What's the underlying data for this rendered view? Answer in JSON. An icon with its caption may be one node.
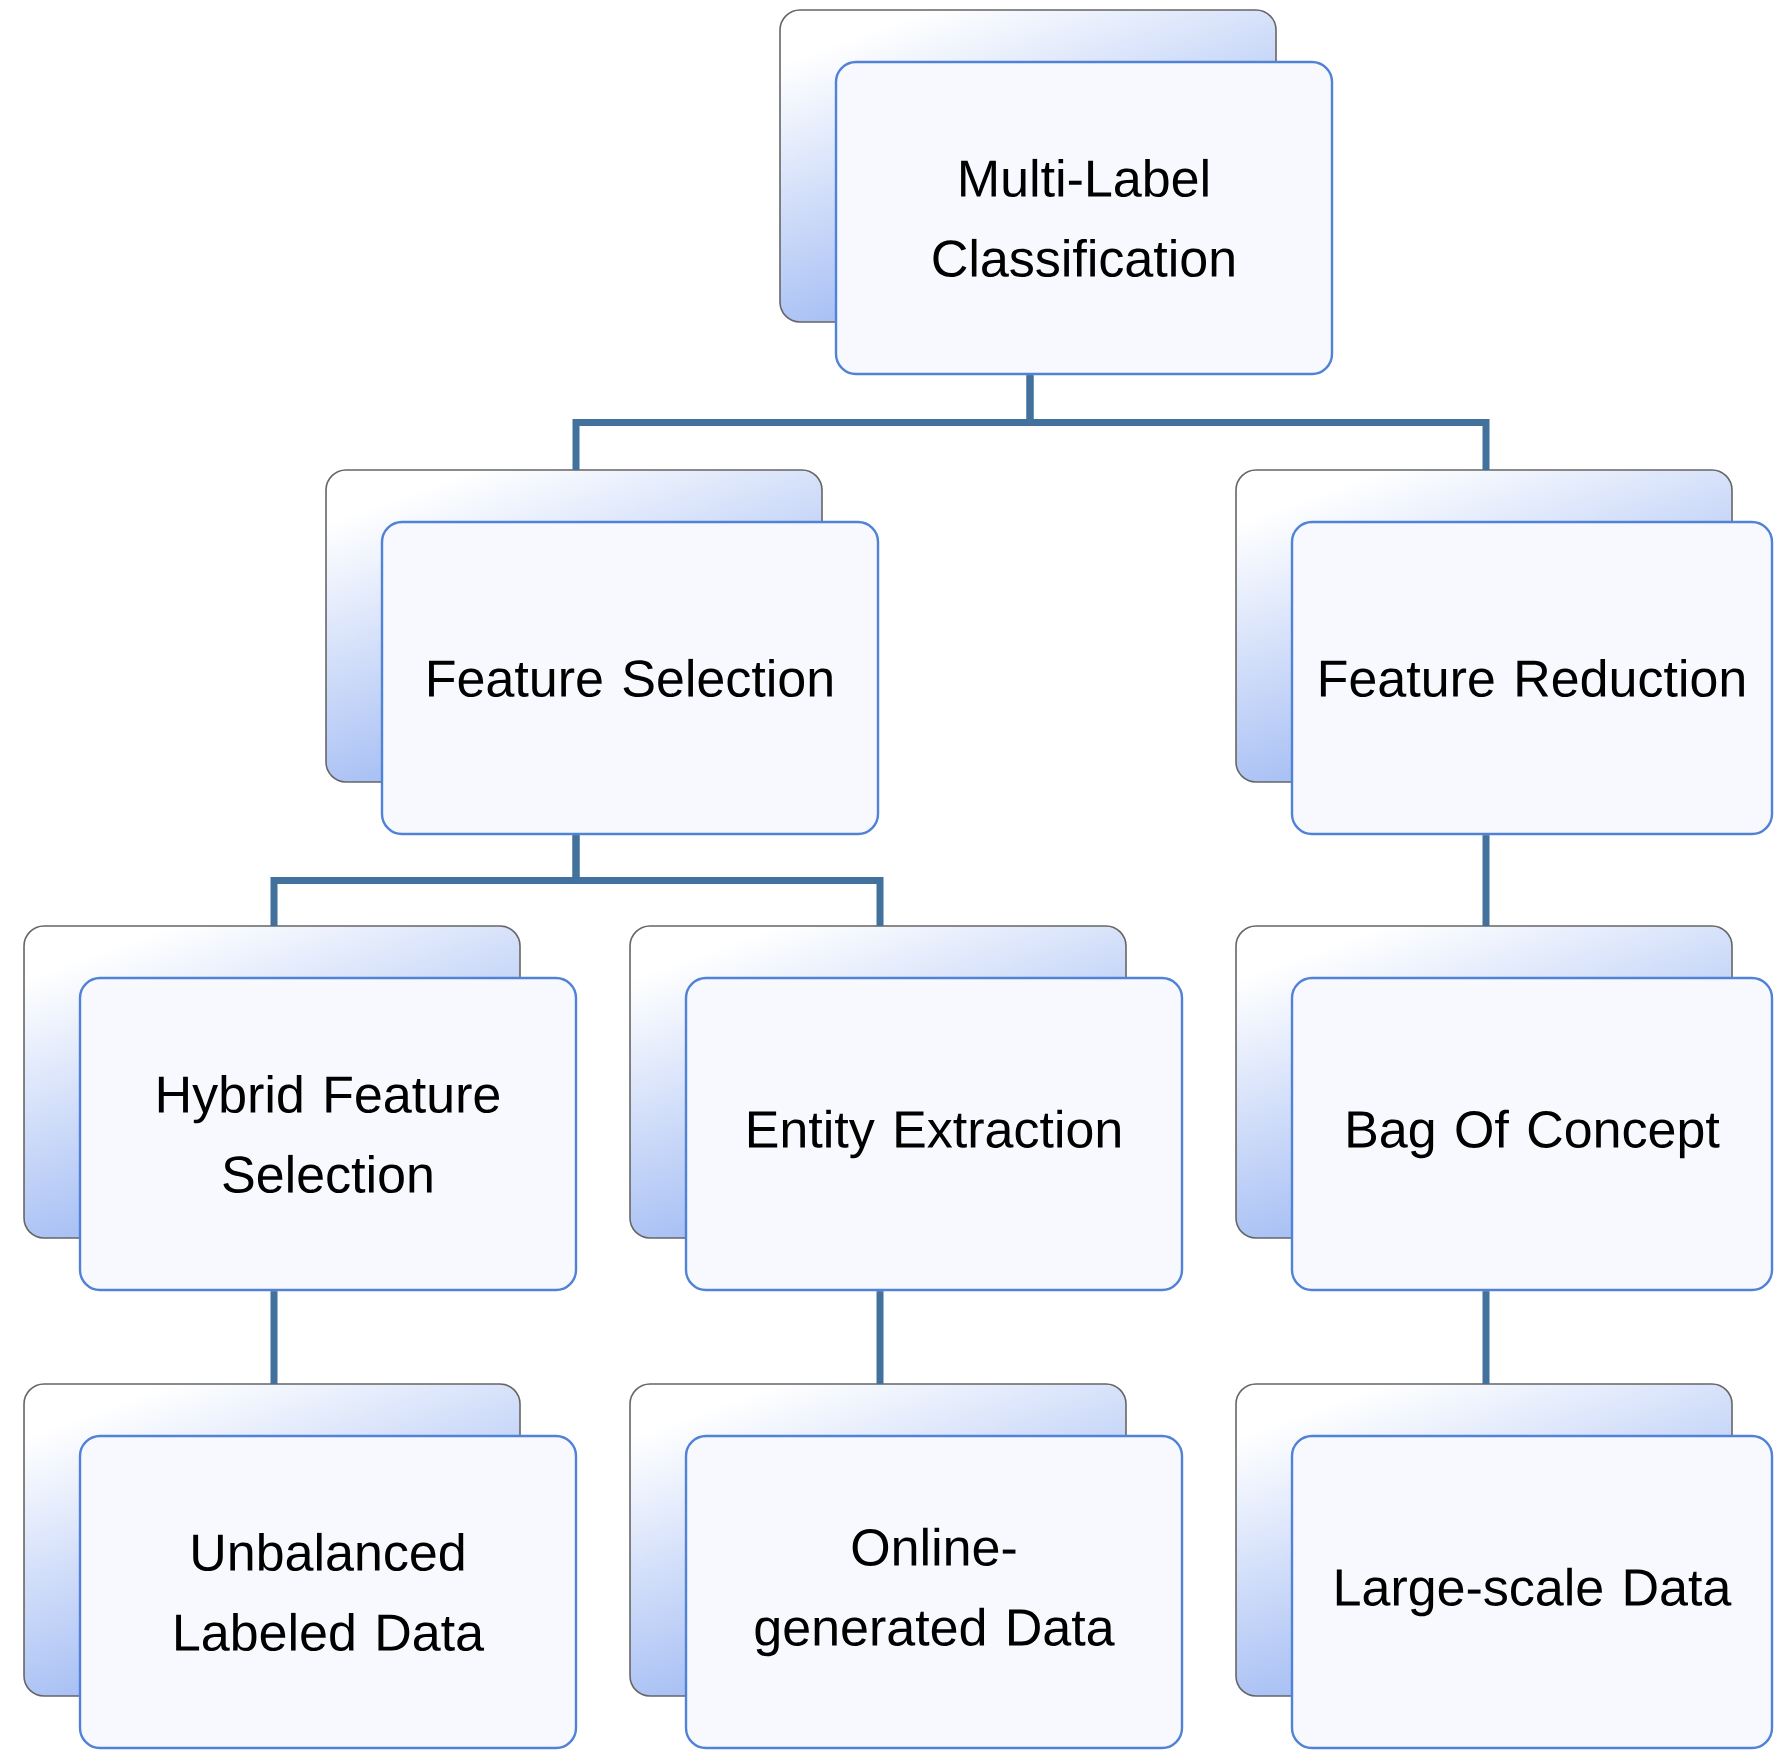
{
  "diagram": {
    "nodes": [
      {
        "text": [
          "Multi-Label Classification"
        ]
      },
      {
        "text": [
          "Feature Selection"
        ]
      },
      {
        "text": [
          "Feature Reduction"
        ]
      },
      {
        "text": [
          "Hybrid Feature Selection"
        ]
      },
      {
        "text": [
          "Entity Extraction"
        ]
      },
      {
        "text": [
          "Bag Of Concept"
        ]
      },
      {
        "text": [
          "Unbalanced Labeled Data"
        ]
      },
      {
        "text": [
          "Online-generated Data"
        ]
      },
      {
        "text": [
          "Large-scale Data"
        ]
      }
    ],
    "edges": [
      {
        "from": 0,
        "to": 1,
        "arrow": "none"
      },
      {
        "from": 0,
        "to": 2,
        "arrow": "none"
      },
      {
        "from": 1,
        "to": 3,
        "arrow": "none"
      },
      {
        "from": 1,
        "to": 4,
        "arrow": "none"
      },
      {
        "from": 2,
        "to": 5,
        "arrow": "none"
      },
      {
        "from": 3,
        "to": 6,
        "arrow": "none"
      },
      {
        "from": 4,
        "to": 7,
        "arrow": "none"
      },
      {
        "from": 5,
        "to": 8,
        "arrow": "none"
      }
    ]
  }
}
